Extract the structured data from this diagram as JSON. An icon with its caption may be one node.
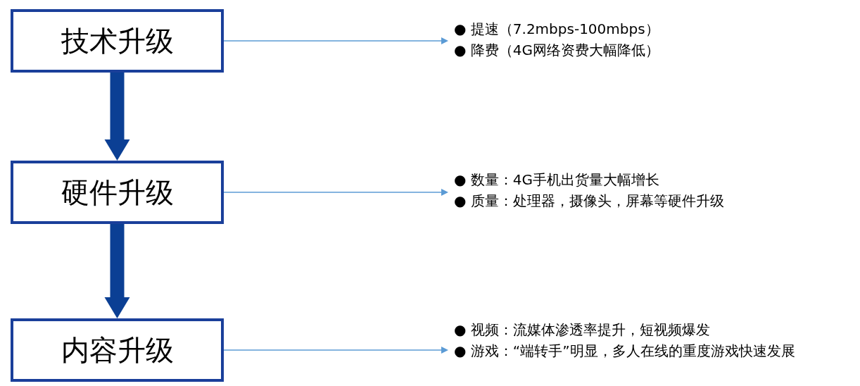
{
  "diagram": {
    "nodes": [
      {
        "text": [
          "技术升级"
        ]
      },
      {
        "text": [
          "硬件升级"
        ]
      },
      {
        "text": [
          "内容升级"
        ]
      },
      {
        "text": [
          "● 提速（7.2mbps-100mbps）",
          "● 降费（4G网络资费大幅降低）"
        ]
      },
      {
        "text": [
          "● 数量：4G手机出货量大幅增长",
          "● 质量：处理器，摄像头，屏幕等硬件升级"
        ]
      },
      {
        "text": [
          "● 视频：流媒体渗透率提升，短视频爆发",
          "● 游戏：“端转手”明显，多人在线的重度游戏快速发展"
        ]
      }
    ],
    "edges": [
      {
        "from": 0,
        "to": 1,
        "arrow": "to",
        "style": "thick",
        "color": "#0b3f94"
      },
      {
        "from": 1,
        "to": 2,
        "arrow": "to",
        "style": "thick",
        "color": "#0b3f94"
      },
      {
        "from": 0,
        "to": 3,
        "arrow": "to"
      },
      {
        "from": 1,
        "to": 4,
        "arrow": "to"
      },
      {
        "from": 2,
        "to": 5,
        "arrow": "to"
      }
    ]
  }
}
